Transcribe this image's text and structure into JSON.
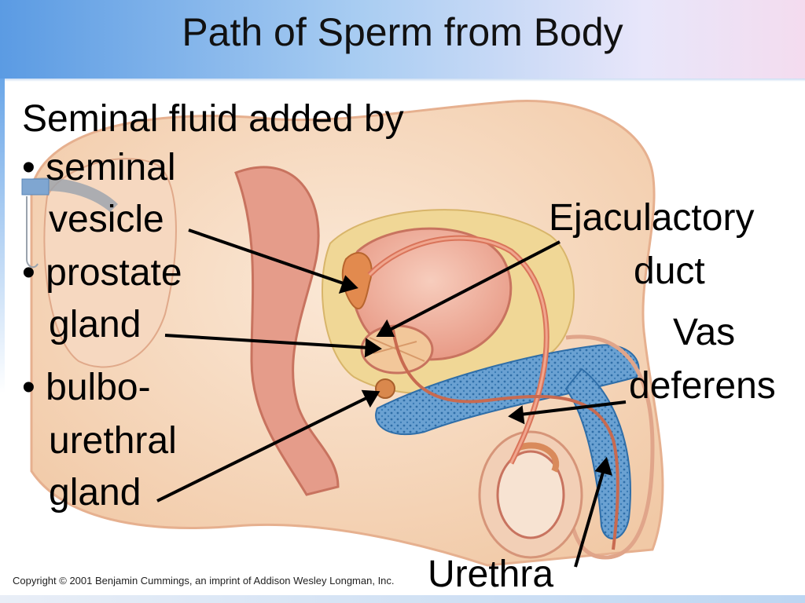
{
  "title": "Path of Sperm from Body",
  "heading": "Seminal fluid added by",
  "bullets": {
    "seminal": "• seminal",
    "vesicle": "vesicle",
    "prostate": "• prostate",
    "gland_1": "gland",
    "bulbo": "• bulbo-",
    "urethral": "urethral",
    "gland_2": "gland"
  },
  "labels": {
    "ejaculatory_1": "Ejaculactory",
    "ejaculatory_2": "duct",
    "vas_1": "Vas",
    "vas_2": "deferens",
    "urethra": "Urethra"
  },
  "copyright": "Copyright © 2001 Benjamin Cummings, an imprint of Addison Wesley Longman, Inc.",
  "colors": {
    "title_gradient_start": "#5b9be3",
    "title_gradient_end": "#f4dcef",
    "skin": "#f3cfb0",
    "tissue_pink": "#e9a58e",
    "erectile_blue": "#5a95c8",
    "fat_yellow": "#efd58c",
    "arrow": "#000000"
  }
}
